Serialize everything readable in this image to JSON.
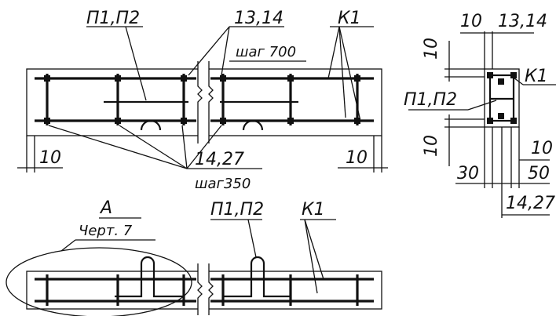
{
  "labels": {
    "p1p2_top": "П1,П2",
    "n13_14_top": "13,14",
    "step700": "шаг 700",
    "k1_top": "К1",
    "dim10_left": "10",
    "dim10_right": "10",
    "n14_27": "14,27",
    "step350": "шаг350",
    "a_label": "А",
    "cherty7": "Черт. 7",
    "p1p2_bottom": "П1,П2",
    "k1_bottom": "К1",
    "sec_10_top": "10",
    "sec_13_14": "13,14",
    "sec_10_vert_top": "10",
    "sec_k1": "К1",
    "sec_p1p2": "П1,П2",
    "sec_10_vert_bottom": "10",
    "sec_10_right": "10",
    "sec_30": "30",
    "sec_50": "50",
    "sec_14_27": "14,27"
  }
}
